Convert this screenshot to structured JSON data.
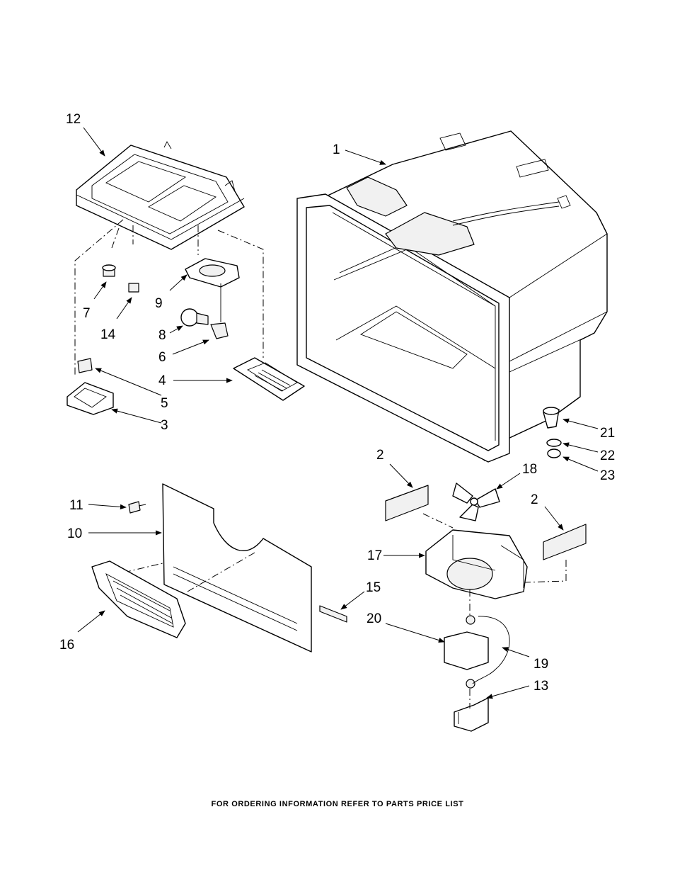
{
  "labels": {
    "p1": "1",
    "p2a": "2",
    "p2b": "2",
    "p3": "3",
    "p4": "4",
    "p5": "5",
    "p6": "6",
    "p7": "7",
    "p8": "8",
    "p9": "9",
    "p10": "10",
    "p11": "11",
    "p12": "12",
    "p13": "13",
    "p14": "14",
    "p15": "15",
    "p16": "16",
    "p17": "17",
    "p18": "18",
    "p19": "19",
    "p20": "20",
    "p21": "21",
    "p22": "22",
    "p23": "23"
  },
  "footer": "FOR ORDERING INFORMATION REFER TO PARTS PRICE LIST"
}
